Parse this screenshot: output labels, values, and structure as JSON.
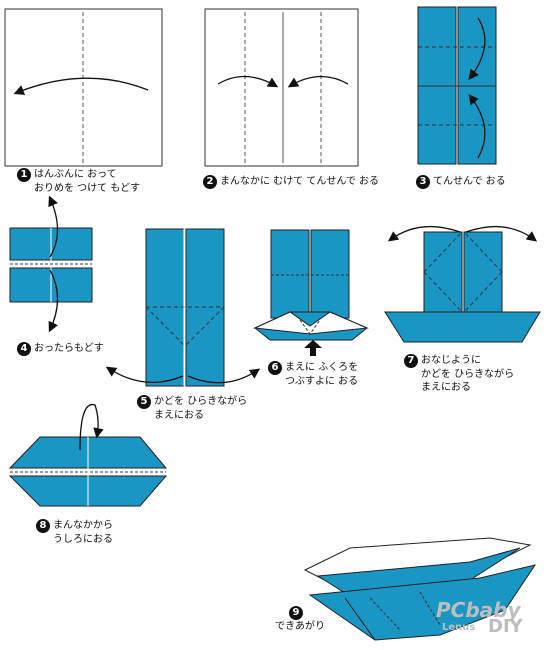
{
  "colors": {
    "paper": "#1a96c4",
    "outline": "#222222",
    "fold": "#444444"
  },
  "steps": [
    {
      "num": "1",
      "line1": "はんぶんに おって",
      "line2": "おりめを つけて もどす"
    },
    {
      "num": "2",
      "line1": "まんなかに むけて てんせんで おる",
      "line2": ""
    },
    {
      "num": "3",
      "line1": "てんせんで おる",
      "line2": ""
    },
    {
      "num": "4",
      "line1": "おったらもどす",
      "line2": ""
    },
    {
      "num": "5",
      "line1": "かどを ひらきながら",
      "line2": "まえにおる"
    },
    {
      "num": "6",
      "line1": "まえに ふくろを",
      "line2": "つぶすよに おる"
    },
    {
      "num": "7",
      "line1": "おなじように",
      "line2": "かどを ひらきながら",
      "line3": "まえにおる"
    },
    {
      "num": "8",
      "line1": "まんなかから",
      "line2": "うしろにおる"
    },
    {
      "num": "9",
      "line1": "できあがり",
      "line2": ""
    }
  ],
  "watermark": {
    "brand": "PCbaby",
    "sub": "DIY",
    "small": "Lenus"
  }
}
